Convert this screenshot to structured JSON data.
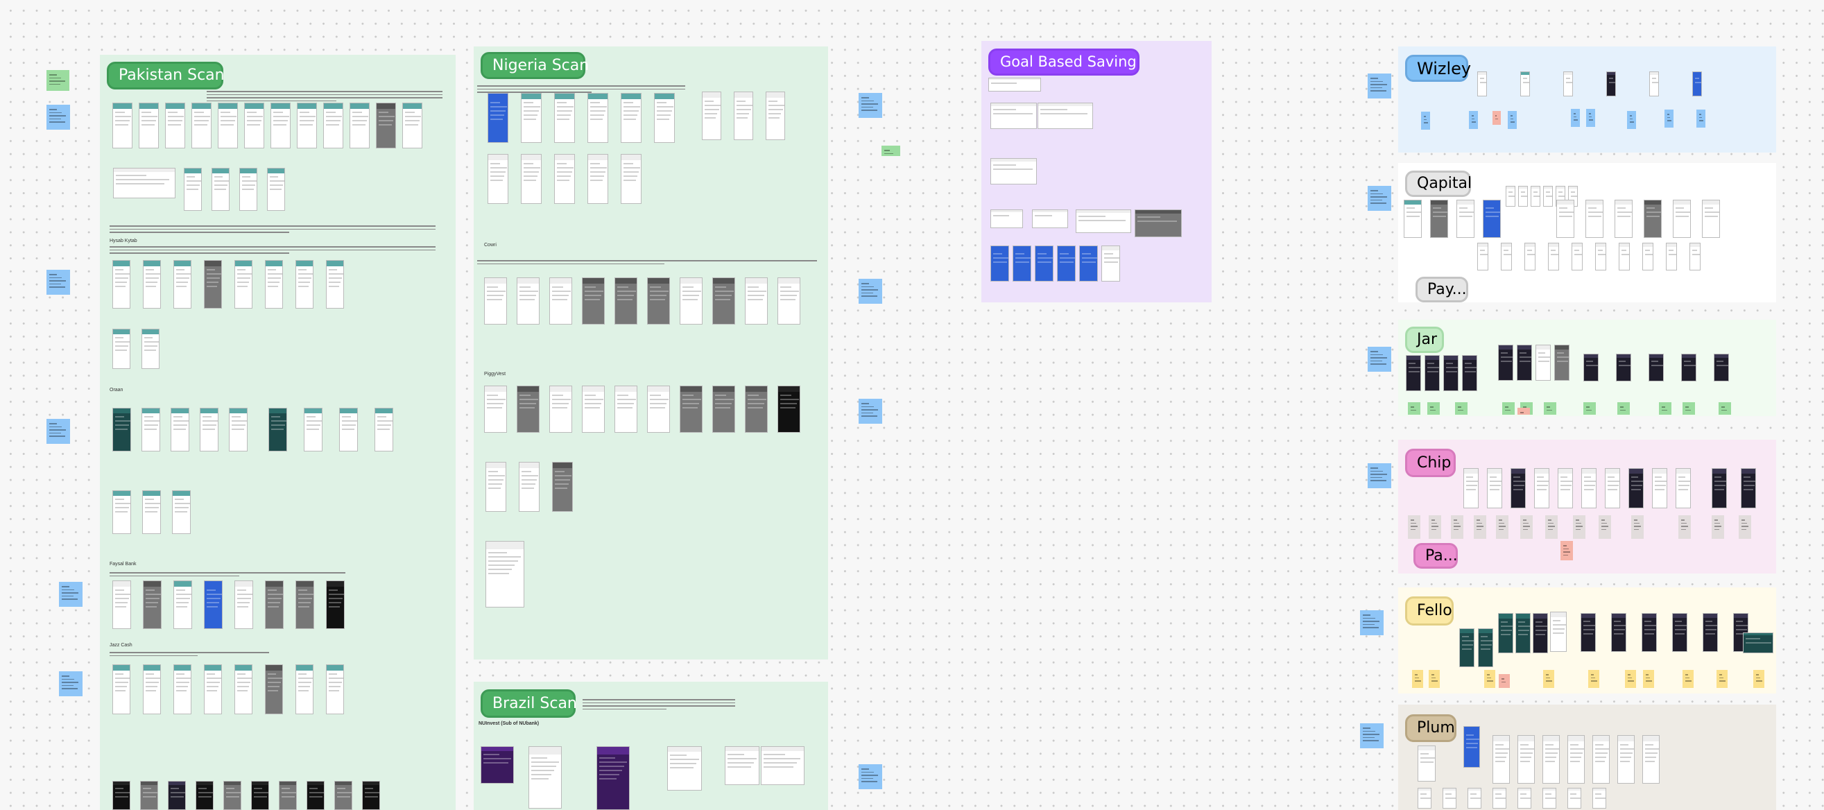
{
  "board": {
    "sections": [
      {
        "id": "pakistan",
        "label": "Pakistan Scan",
        "subsections": [
          "Hysab Kytab",
          "Oraan",
          "Faysal Bank",
          "Jazz Cash"
        ]
      },
      {
        "id": "nigeria",
        "label": "Nigeria Scan",
        "subsections": [
          "Cowri",
          "PiggyVest"
        ]
      },
      {
        "id": "brazil",
        "label": "Brazil Scan",
        "subsections": [
          "NUInvest (Sub of NUbank)"
        ]
      },
      {
        "id": "goal",
        "label": "Goal Based Saving"
      },
      {
        "id": "wizley",
        "label": "Wizley"
      },
      {
        "id": "qapital",
        "label": "Qapital",
        "extra_label": "Pay..."
      },
      {
        "id": "jar",
        "label": "Jar"
      },
      {
        "id": "chip",
        "label": "Chip",
        "extra_label": "Pa..."
      },
      {
        "id": "fello",
        "label": "Fello"
      },
      {
        "id": "plum",
        "label": "Plum"
      }
    ]
  },
  "colors": {
    "scan_frame": "#dff2e5",
    "scan_label": "#4caf64",
    "goal_frame": "#ede1fb",
    "goal_label": "#9747ff",
    "wizley_frame": "#e5f1fc",
    "wizley_label": "#80c0f6",
    "qapital_frame": "#ffffff",
    "qapital_label": "#e6e6e6",
    "jar_frame": "#f1fbf1",
    "jar_label": "#c3ecc5",
    "chip_frame": "#f9e9f5",
    "chip_label": "#ec8fd0",
    "fello_frame": "#fffbeb",
    "fello_label": "#fbe9a6",
    "plum_frame": "#eeebe5",
    "plum_label": "#d2c1a0",
    "sticky_blue": "#8ec5f7",
    "sticky_green": "#9bdc9f",
    "sticky_red": "#f5b3a6",
    "sticky_yellow": "#fbe08a"
  }
}
